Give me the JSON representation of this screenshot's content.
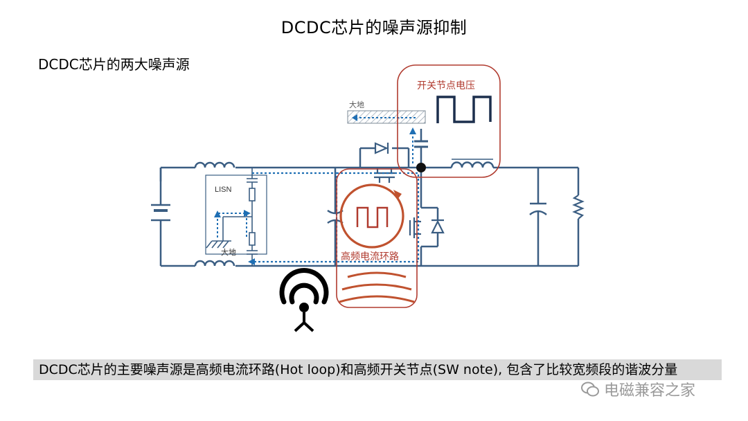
{
  "title": "DCDC芯片的噪声源抑制",
  "subtitle": "DCDC芯片的两大噪声源",
  "labels": {
    "switch_node": "开关节点电压",
    "ground_top": "大地",
    "lisn": "LISN",
    "ground_lisn": "大地",
    "hot_loop": "高频电流环路"
  },
  "caption": "DCDC芯片的主要噪声源是高频电流环路(Hot loop)和高频开关节点(SW note), 包含了比较宽频段的谐波分量",
  "watermark": "电磁兼容之家",
  "colors": {
    "wire": "#3a5d82",
    "highlight": "#b03a2e",
    "loop": "#c0522f",
    "dotted": "#1f6fb4"
  }
}
